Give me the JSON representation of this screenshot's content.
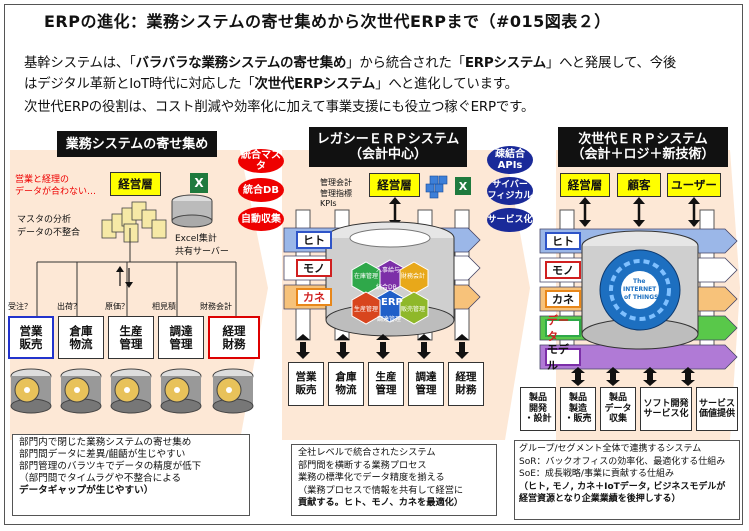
{
  "title": "ERPの進化：業務システムの寄せ集めから次世代ERPまで（#015図表２）",
  "intro": {
    "line1_a": "基幹システムは、「",
    "line1_b": "バラバラな業務システムの寄せ集め",
    "line1_c": "」から統合された「",
    "line1_d": "ERPシステム",
    "line1_e": "」へと発展して、今後",
    "line2_a": "はデジタル革新とIoT時代に対応した「",
    "line2_b": "次世代ERPシステム",
    "line2_c": "」へと進化しています。",
    "line3": "次世代ERPの役割は、コスト削減や効率化に加えて事業支援にも役立つ稼ぐERPです。"
  },
  "panel1": {
    "title": "業務システムの寄せ集め",
    "warning_line1": "営業と経理の",
    "warning_line2": "データが合わない…",
    "issue_line1": "マスタの分析",
    "issue_line2": "データの不整合",
    "exec": "経営層",
    "excel_line1": "Excel集計",
    "excel_line2": "共有サーバー",
    "questions": [
      "受注？",
      "出荷？",
      "原価？",
      "相見積",
      "財務会計"
    ],
    "departments": [
      "営業\n販売",
      "倉庫\n物流",
      "生産\n管理",
      "調達\n管理",
      "経理\n財務"
    ],
    "notes": [
      "部門内で閉じた業務システムの寄せ集め",
      "部門間データに差異/齟齬が生じやすい",
      "部門管理のバラツキでデータの精度が低下",
      "（部門間でタイムラグや不整合による",
      "データギャップが生じやすい）"
    ]
  },
  "middle_ovals_red": [
    "統合マスタ",
    "統合DB",
    "自動収集"
  ],
  "panel2": {
    "title_line1": "レガシーＥＲＰシステム",
    "title_line2": "（会計中心）",
    "kpi_labels": [
      "管理会計",
      "管理指標",
      "KPIs"
    ],
    "exec": "経営層",
    "resources": [
      "ヒト",
      "モノ",
      "カネ"
    ],
    "erp_center": "ERP",
    "erp_core": "統合DB",
    "hex_labels": [
      "人事給与",
      "財務会計",
      "在庫管理",
      "生産管理",
      "販売管理",
      "調達管理"
    ],
    "departments": [
      "営業\n販売",
      "倉庫\n物流",
      "生産\n管理",
      "調達\n管理",
      "経理\n財務"
    ],
    "notes": [
      "全社レベルで統合されたシステム",
      "部門間を横断する業務プロセス",
      "業務の標準化でデータ精度を揃える",
      "（業務プロセスで情報を共有して経営に",
      "貢献する。ヒト、モノ、カネを最適化）"
    ]
  },
  "middle_ovals_blue": [
    "疎結合\nAPIs",
    "サイバー\nフィジカル",
    "サービス化"
  ],
  "panel3": {
    "title_line1": "次世代ＥＲＰシステム",
    "title_line2": "（会計＋ロジ＋新技術）",
    "execs": [
      "経営層",
      "顧客",
      "ユーザー"
    ],
    "resources": [
      "ヒト",
      "モノ",
      "カネ",
      "データ",
      "モデル"
    ],
    "center_line1": "The",
    "center_line2": "INTERNET",
    "center_line3": "of THINGS",
    "bottom_boxes": [
      "製品\n開発\n・設計",
      "製品\n製造\n・販売",
      "製品\nデータ\n収集",
      "ソフト開発\nサービス化",
      "サービス\n価値提供"
    ],
    "notes": [
      "グループ/セグメント全体で連携するシステム",
      "SoR：バックオフィスの効率化、最適化する仕組み",
      "SoE：成長戦略/事業に貢献する仕組み",
      "（ヒト, モノ, カネ＋IoTデータ, ビジネスモデルが",
      "経営資源となり企業業績を後押しする）"
    ]
  },
  "colors": {
    "red": "#ee0000",
    "navy": "#1a2a99",
    "yellow": "#ffff00",
    "hito": "#9bb7e8",
    "mono": "#ffffff",
    "kane": "#f7c27a",
    "data": "#59c84a",
    "model": "#b07ad6",
    "arrow_bg": "#fce3cf"
  }
}
